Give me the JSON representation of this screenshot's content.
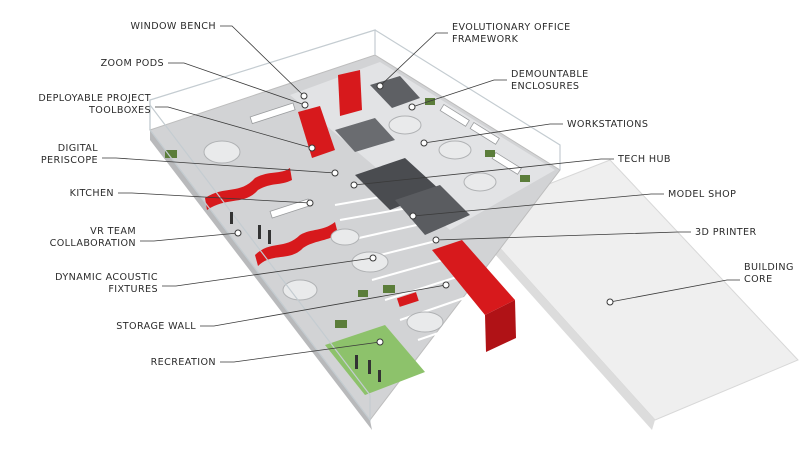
{
  "colors": {
    "accent_red": "#d7191c",
    "floor": "#cfd0d2",
    "floor_light": "#e4e5e7",
    "wall": "#f4f4f4",
    "dark_room": "#4a4c50",
    "green_turf": "#8dc26b",
    "glass": "#b9c3c9",
    "label_text": "#2b2b2b"
  },
  "labels_left": [
    {
      "name": "label-window-bench",
      "lines": [
        "WINDOW BENCH"
      ]
    },
    {
      "name": "label-zoom-pods",
      "lines": [
        "ZOOM PODS"
      ]
    },
    {
      "name": "label-deployable-project-toolboxes",
      "lines": [
        "DEPLOYABLE PROJECT",
        "TOOLBOXES"
      ]
    },
    {
      "name": "label-digital-periscope",
      "lines": [
        "DIGITAL",
        "PERISCOPE"
      ]
    },
    {
      "name": "label-kitchen",
      "lines": [
        "KITCHEN"
      ]
    },
    {
      "name": "label-vr-team-collaboration",
      "lines": [
        "VR TEAM",
        "COLLABORATION"
      ]
    },
    {
      "name": "label-dynamic-acoustic-fixtures",
      "lines": [
        "DYNAMIC ACOUSTIC",
        "FIXTURES"
      ]
    },
    {
      "name": "label-storage-wall",
      "lines": [
        "STORAGE WALL"
      ]
    },
    {
      "name": "label-recreation",
      "lines": [
        "RECREATION"
      ]
    }
  ],
  "labels_right": [
    {
      "name": "label-evolutionary-office-framework",
      "lines": [
        "EVOLUTIONARY OFFICE",
        "FRAMEWORK"
      ]
    },
    {
      "name": "label-demountable-enclosures",
      "lines": [
        "DEMOUNTABLE",
        "ENCLOSURES"
      ]
    },
    {
      "name": "label-workstations",
      "lines": [
        "WORKSTATIONS"
      ]
    },
    {
      "name": "label-tech-hub",
      "lines": [
        "TECH HUB"
      ]
    },
    {
      "name": "label-model-shop",
      "lines": [
        "MODEL SHOP"
      ]
    },
    {
      "name": "label-3d-printer",
      "lines": [
        "3D PRINTER"
      ]
    },
    {
      "name": "label-building-core",
      "lines": [
        "BUILDING",
        "CORE"
      ]
    }
  ]
}
